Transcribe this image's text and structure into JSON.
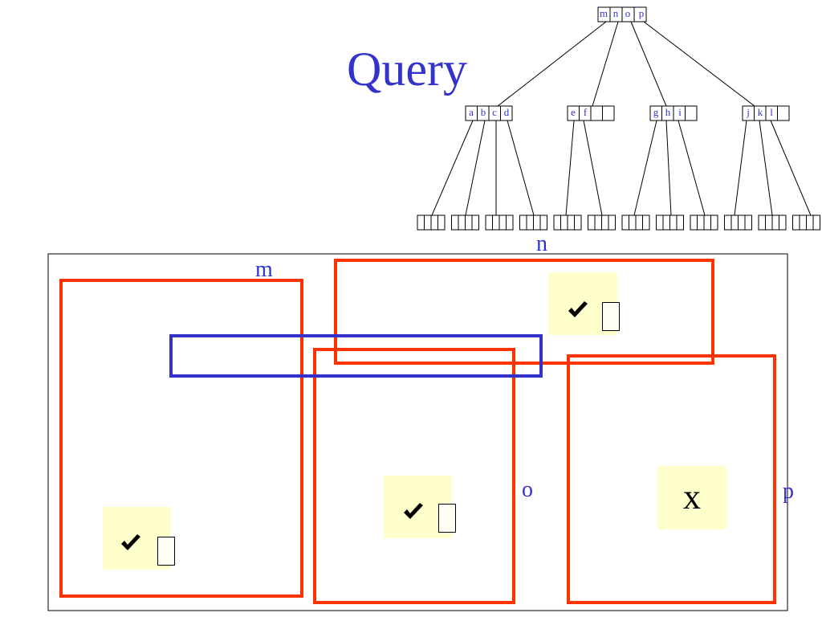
{
  "title": "Query",
  "tree": {
    "root_keys": [
      "m",
      "n",
      "o",
      "p"
    ],
    "nodes": [
      {
        "keys": [
          "a",
          "b",
          "c",
          "d"
        ]
      },
      {
        "keys": [
          "e",
          "f",
          "",
          ""
        ]
      },
      {
        "keys": [
          "g",
          "h",
          "i",
          ""
        ]
      },
      {
        "keys": [
          "j",
          "k",
          "l",
          ""
        ]
      }
    ],
    "leaf_count": 12
  },
  "regions": [
    {
      "label": "m",
      "result": "check"
    },
    {
      "label": "n",
      "result": "check"
    },
    {
      "label": "o",
      "result": "check"
    },
    {
      "label": "p",
      "result": "x"
    }
  ],
  "results": {
    "x_mark": "x"
  },
  "colors": {
    "title": "#3333cc",
    "labels": "#3333cc",
    "region_rect": "#ff3300",
    "query_rect": "#3333cc",
    "note_bg": "#ffffcc",
    "frame": "#000000"
  }
}
